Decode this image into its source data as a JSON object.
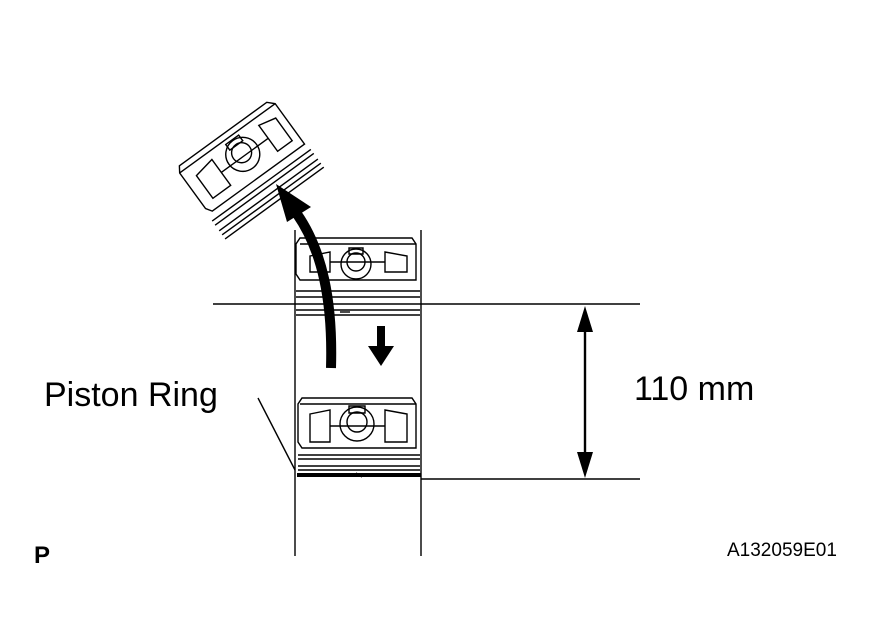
{
  "labels": {
    "piston_ring": "Piston Ring",
    "dimension": "110 mm",
    "view_code": "P",
    "figure_id": "A132059E01"
  },
  "colors": {
    "ink": "#000000",
    "background": "#ffffff"
  }
}
